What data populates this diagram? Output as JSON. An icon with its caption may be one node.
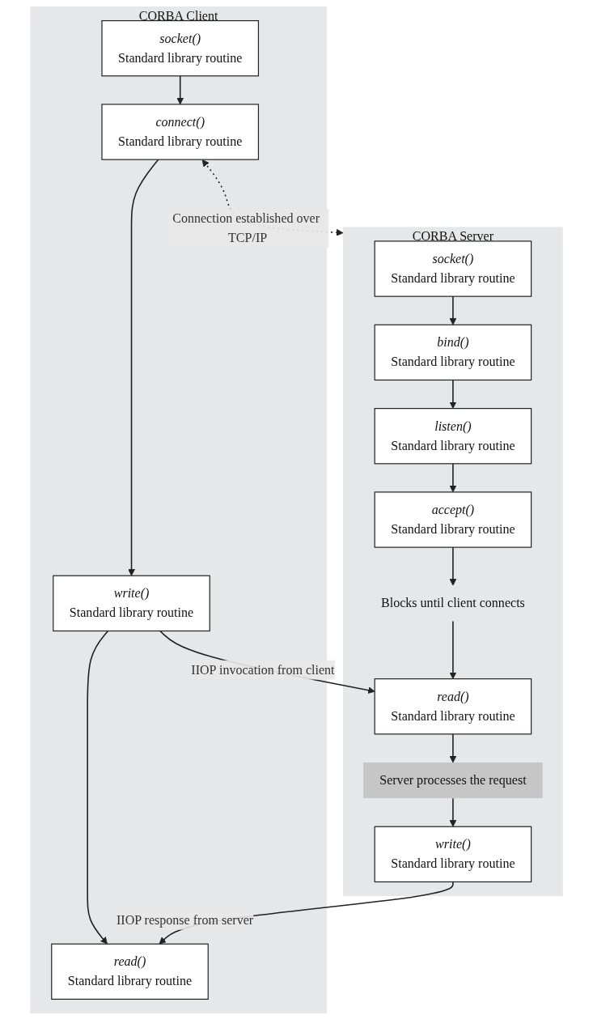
{
  "diagram": {
    "nodes": [
      {
        "text": [
          "CORBA Client"
        ]
      },
      {
        "text": [
          "socket()",
          "Standard library routine"
        ],
        "in": 0
      },
      {
        "text": [
          "connect()",
          "Standard library routine"
        ],
        "in": 0
      },
      {
        "text": [
          "write()",
          "Standard library routine"
        ],
        "in": 0
      },
      {
        "text": [
          "read()",
          "Standard library routine"
        ],
        "in": 0
      },
      {
        "text": [
          "CORBA Server"
        ]
      },
      {
        "text": [
          "socket()",
          "Standard library routine"
        ],
        "in": 5
      },
      {
        "text": [
          "bind()",
          "Standard library routine"
        ],
        "in": 5
      },
      {
        "text": [
          "listen()",
          "Standard library routine"
        ],
        "in": 5
      },
      {
        "text": [
          "accept()",
          "Standard library routine"
        ],
        "in": 5
      },
      {
        "text": [
          "Blocks until client connects"
        ],
        "in": 5
      },
      {
        "text": [
          "read()",
          "Standard library routine"
        ],
        "in": 5
      },
      {
        "text": [
          "Server processes the request"
        ],
        "in": 5
      },
      {
        "text": [
          "write()",
          "Standard library routine"
        ],
        "in": 5
      }
    ],
    "edges": [
      {
        "from": 1,
        "to": 2,
        "arrow": "to"
      },
      {
        "from": 2,
        "to": 3,
        "arrow": "to"
      },
      {
        "from": 3,
        "to": 4,
        "arrow": "to"
      },
      {
        "from": 6,
        "to": 7,
        "arrow": "to"
      },
      {
        "from": 7,
        "to": 8,
        "arrow": "to"
      },
      {
        "from": 8,
        "to": 9,
        "arrow": "to"
      },
      {
        "from": 9,
        "to": 10,
        "arrow": "to"
      },
      {
        "from": 10,
        "to": 11,
        "arrow": "to"
      },
      {
        "from": 2,
        "to": 5,
        "arrow": "both",
        "style": "dashed",
        "label": "Connection established over TCP/IP"
      },
      {
        "from": 3,
        "to": 11,
        "arrow": "to",
        "label": "IIOP invocation from client"
      },
      {
        "from": 11,
        "to": 12,
        "arrow": "to"
      },
      {
        "from": 12,
        "to": 13,
        "arrow": "to"
      },
      {
        "from": 13,
        "to": 4,
        "arrow": "to",
        "label": "IIOP response from server"
      }
    ]
  }
}
